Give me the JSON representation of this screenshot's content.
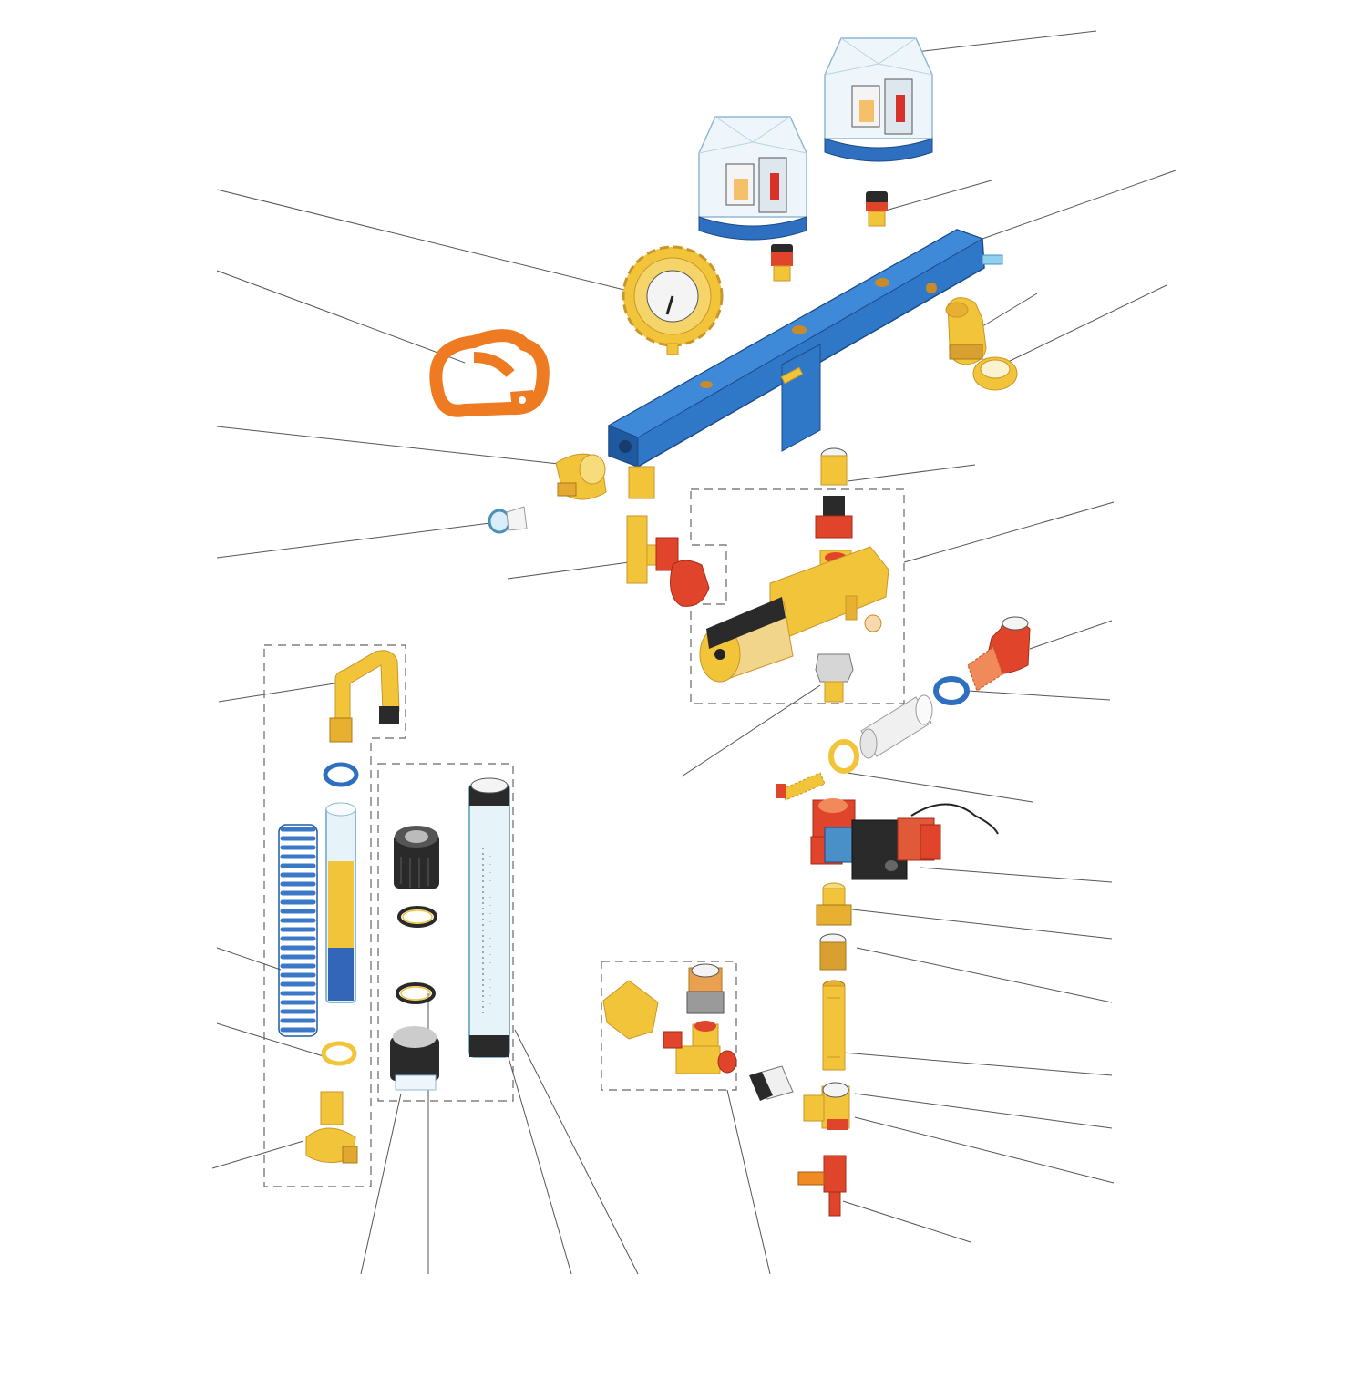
{
  "diagram": {
    "type": "exploded-parts-view",
    "labels": [],
    "colors": {
      "manifold": "#2f78c8",
      "manifold_dark": "#1f5aa0",
      "brass": "#f2c43a",
      "brass_dark": "#c9962a",
      "red": "#e0452b",
      "orange": "#f08a22",
      "clear": "#e4f2fa",
      "clear_edge": "#8fb8cf",
      "spring": "#3b78c8",
      "black": "#2a2a2a",
      "grey": "#a7a7a7",
      "leader": "#555555",
      "dash": "#666666"
    },
    "parts": [
      {
        "name": "pressure-switch",
        "icon": "pressure-switch-icon"
      },
      {
        "name": "pressure-switch",
        "icon": "pressure-switch-icon"
      },
      {
        "name": "nipple",
        "icon": "nipple-icon"
      },
      {
        "name": "nipple",
        "icon": "nipple-icon"
      },
      {
        "name": "manifold",
        "icon": "manifold-icon"
      },
      {
        "name": "pressure-gauge",
        "icon": "gauge-icon"
      },
      {
        "name": "bracket-clamp",
        "icon": "clamp-icon"
      },
      {
        "name": "quick-coupler",
        "icon": "coupler-icon"
      },
      {
        "name": "plug",
        "icon": "plug-icon"
      },
      {
        "name": "drain-valve",
        "icon": "valve-icon"
      },
      {
        "name": "elbow-fitting",
        "icon": "elbow-icon"
      },
      {
        "name": "cap",
        "icon": "cap-icon"
      },
      {
        "name": "reducer",
        "icon": "reducer-icon"
      },
      {
        "name": "adapter",
        "icon": "adapter-icon"
      },
      {
        "name": "filter-regulator",
        "icon": "filter-icon"
      },
      {
        "name": "bolt",
        "icon": "bolt-icon"
      },
      {
        "name": "hose-elbow",
        "icon": "elbow-icon"
      },
      {
        "name": "hose-clip",
        "icon": "clip-icon"
      },
      {
        "name": "hose-tube",
        "icon": "tube-icon"
      },
      {
        "name": "solenoid-valve",
        "icon": "solenoid-icon"
      },
      {
        "name": "sight-glass",
        "icon": "sight-glass-icon"
      },
      {
        "name": "spring-guard",
        "icon": "spring-icon"
      },
      {
        "name": "level-tube",
        "icon": "level-tube-icon"
      },
      {
        "name": "gland-nut",
        "icon": "nut-icon"
      },
      {
        "name": "o-ring",
        "icon": "o-ring-icon"
      },
      {
        "name": "ball-valve",
        "icon": "ball-valve-icon"
      },
      {
        "name": "tee-fitting",
        "icon": "tee-icon"
      }
    ]
  }
}
